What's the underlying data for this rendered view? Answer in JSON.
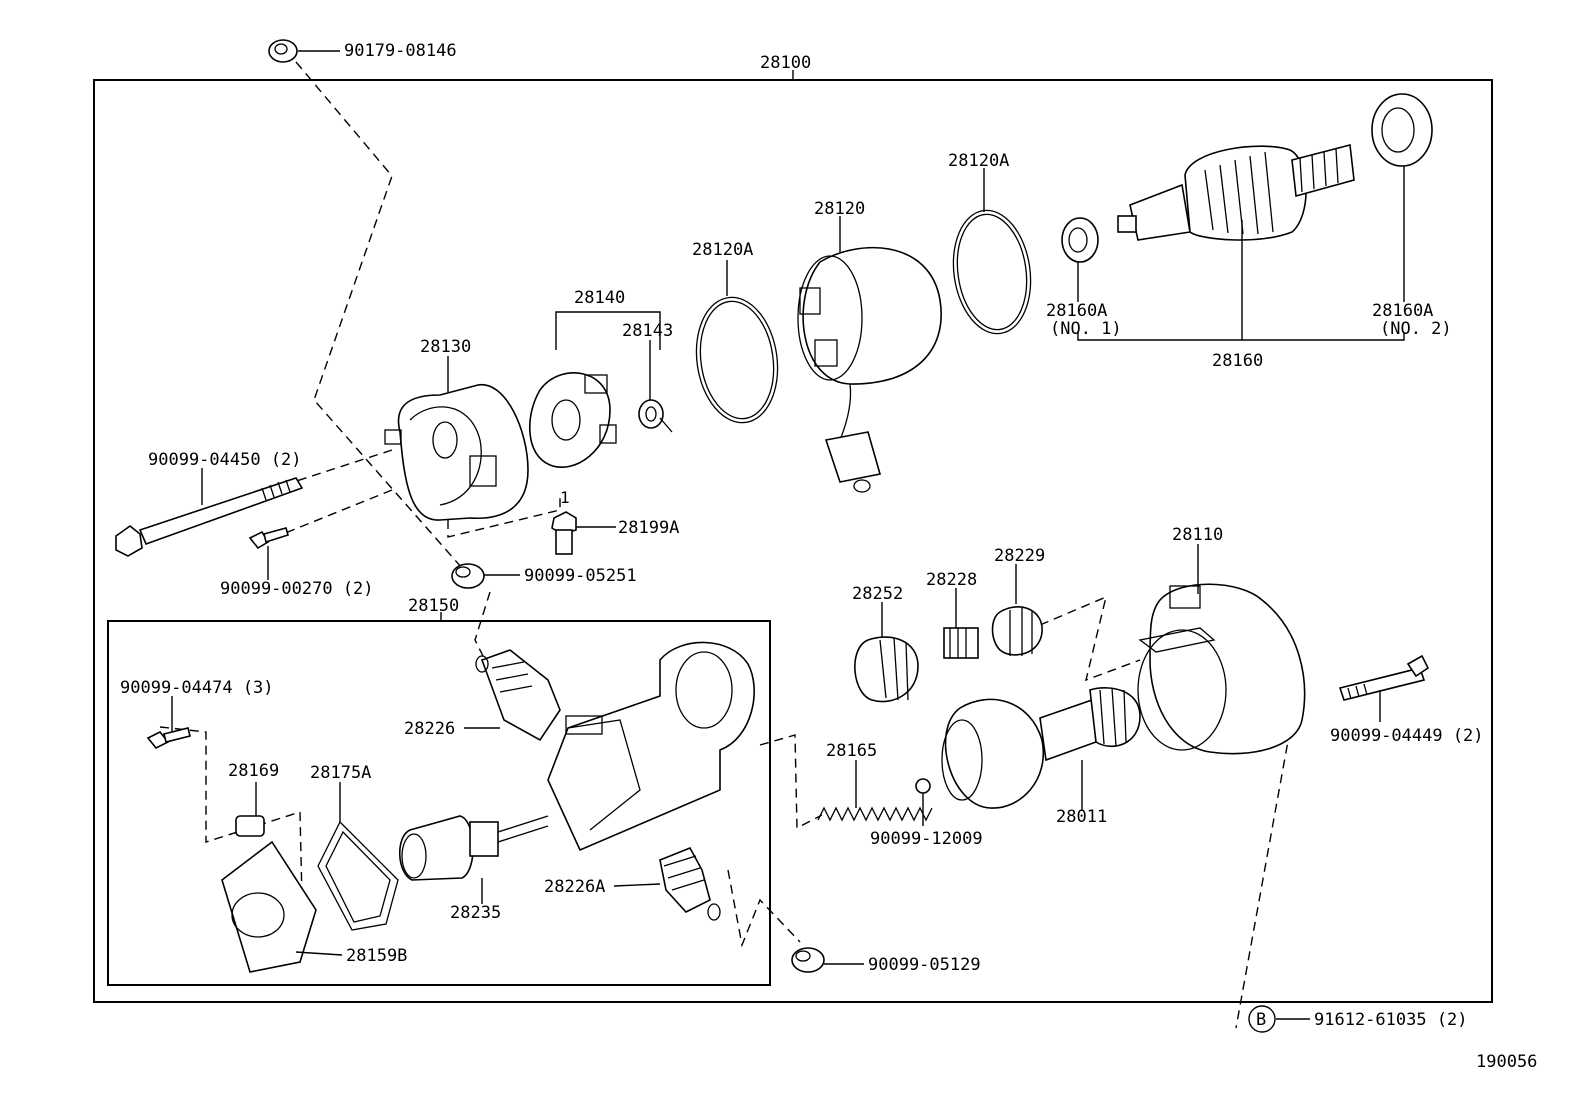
{
  "diagram_id": "190056",
  "assembly": {
    "label": "28100"
  },
  "subassembly": {
    "label": "28150"
  },
  "callouts": {
    "c90179_08146": "90179-08146",
    "c28120A_left": "28120A",
    "c28120": "28120",
    "c28120A_right": "28120A",
    "c28140": "28140",
    "c28143": "28143",
    "c28130": "28130",
    "c28160A_1": "28160A",
    "c28160A_1_note": "(NO. 1)",
    "c28160A_2": "28160A",
    "c28160A_2_note": "(NO. 2)",
    "c28160": "28160",
    "c90099_04450": "90099-04450 (2)",
    "c90099_00270": "90099-00270 (2)",
    "c28199A": "28199A",
    "c28199A_qty": "1",
    "c90099_05251": "90099-05251",
    "c28110": "28110",
    "c28229": "28229",
    "c28228": "28228",
    "c28252": "28252",
    "c90099_04474": "90099-04474 (3)",
    "c28226": "28226",
    "c28169": "28169",
    "c28175A": "28175A",
    "c28165": "28165",
    "c90099_12009": "90099-12009",
    "c28011": "28011",
    "c90099_04449": "90099-04449 (2)",
    "c28235": "28235",
    "c28226A": "28226A",
    "c28159B": "28159B",
    "c90099_05129": "90099-05129",
    "ref_b_letter": "B",
    "c91612_61035": "91612-61035 (2)"
  }
}
